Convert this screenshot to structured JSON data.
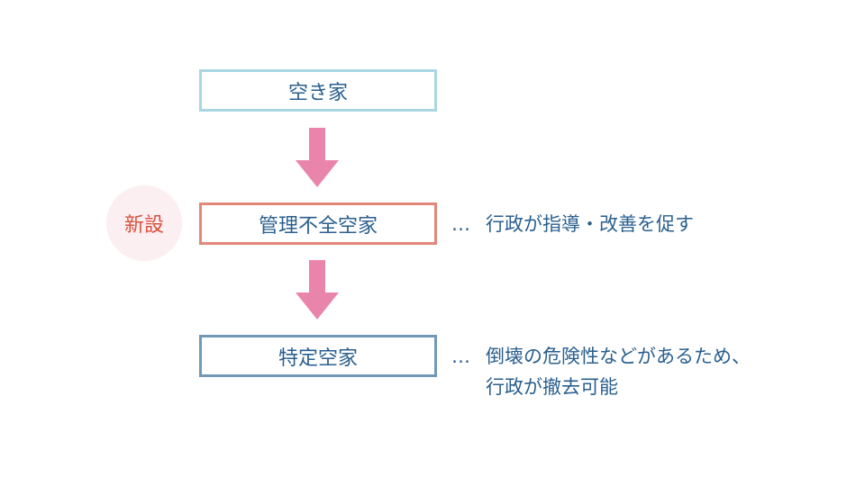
{
  "diagram": {
    "stages": [
      {
        "label": "空き家"
      },
      {
        "label": "管理不全空家"
      },
      {
        "label": "特定空家"
      }
    ],
    "badge": {
      "label": "新設"
    },
    "notes": {
      "kanri": {
        "prefix": "…",
        "line1": "行政が指導・改善を促す"
      },
      "tokutei": {
        "prefix": "…",
        "line1": "倒壊の危険性などがあるため、",
        "line2": "行政が撤去可能"
      }
    },
    "colors": {
      "stage1_border": "#a9d6e0",
      "stage2_border": "#e1877a",
      "stage3_border": "#7099b6",
      "arrow": "#e985ab",
      "badge_bg": "#fbeff1",
      "badge_text": "#d8503e",
      "text": "#2a5f8e"
    }
  }
}
